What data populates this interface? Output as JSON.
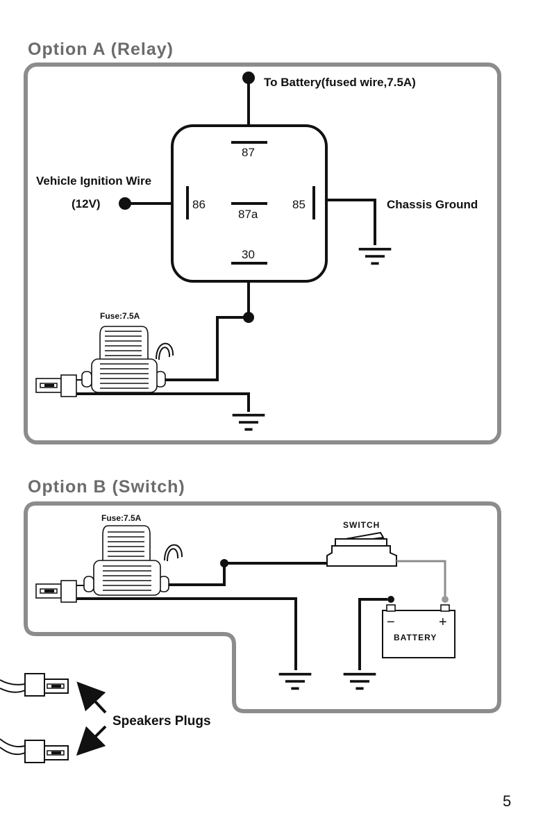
{
  "option_a": {
    "title": "Option A (Relay)",
    "battery_label": "To Battery(fused wire,7.5A)",
    "ignition_label_1": "Vehicle Ignition Wire",
    "ignition_label_2": "(12V)",
    "chassis_label": "Chassis Ground",
    "fuse_label": "Fuse:7.5A",
    "relay_pins": {
      "p87": "87",
      "p86": "86",
      "p87a": "87a",
      "p85": "85",
      "p30": "30"
    }
  },
  "option_b": {
    "title": "Option B (Switch)",
    "fuse_label": "Fuse:7.5A",
    "switch_label": "SWITCH",
    "battery_label": "BATTERY",
    "battery_minus": "−",
    "battery_plus": "+"
  },
  "speakers_label": "Speakers Plugs",
  "page_number": "5",
  "colors": {
    "frame": "#8c8c8c",
    "heading": "#6b6b6b",
    "wire": "#111111"
  }
}
